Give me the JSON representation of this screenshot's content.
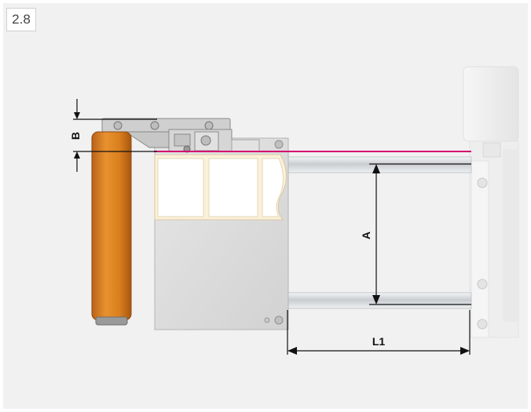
{
  "figure": {
    "number": "2.8"
  },
  "dimensions": {
    "a": "A",
    "b": "B",
    "l1": "L1"
  },
  "colors": {
    "background": "#f1f1f1",
    "label_line": "#d4006e",
    "roller": "#d97f1e",
    "plate": "#dcdcdc",
    "rod": "#cfd3d6",
    "dimension_line": "#111111"
  }
}
